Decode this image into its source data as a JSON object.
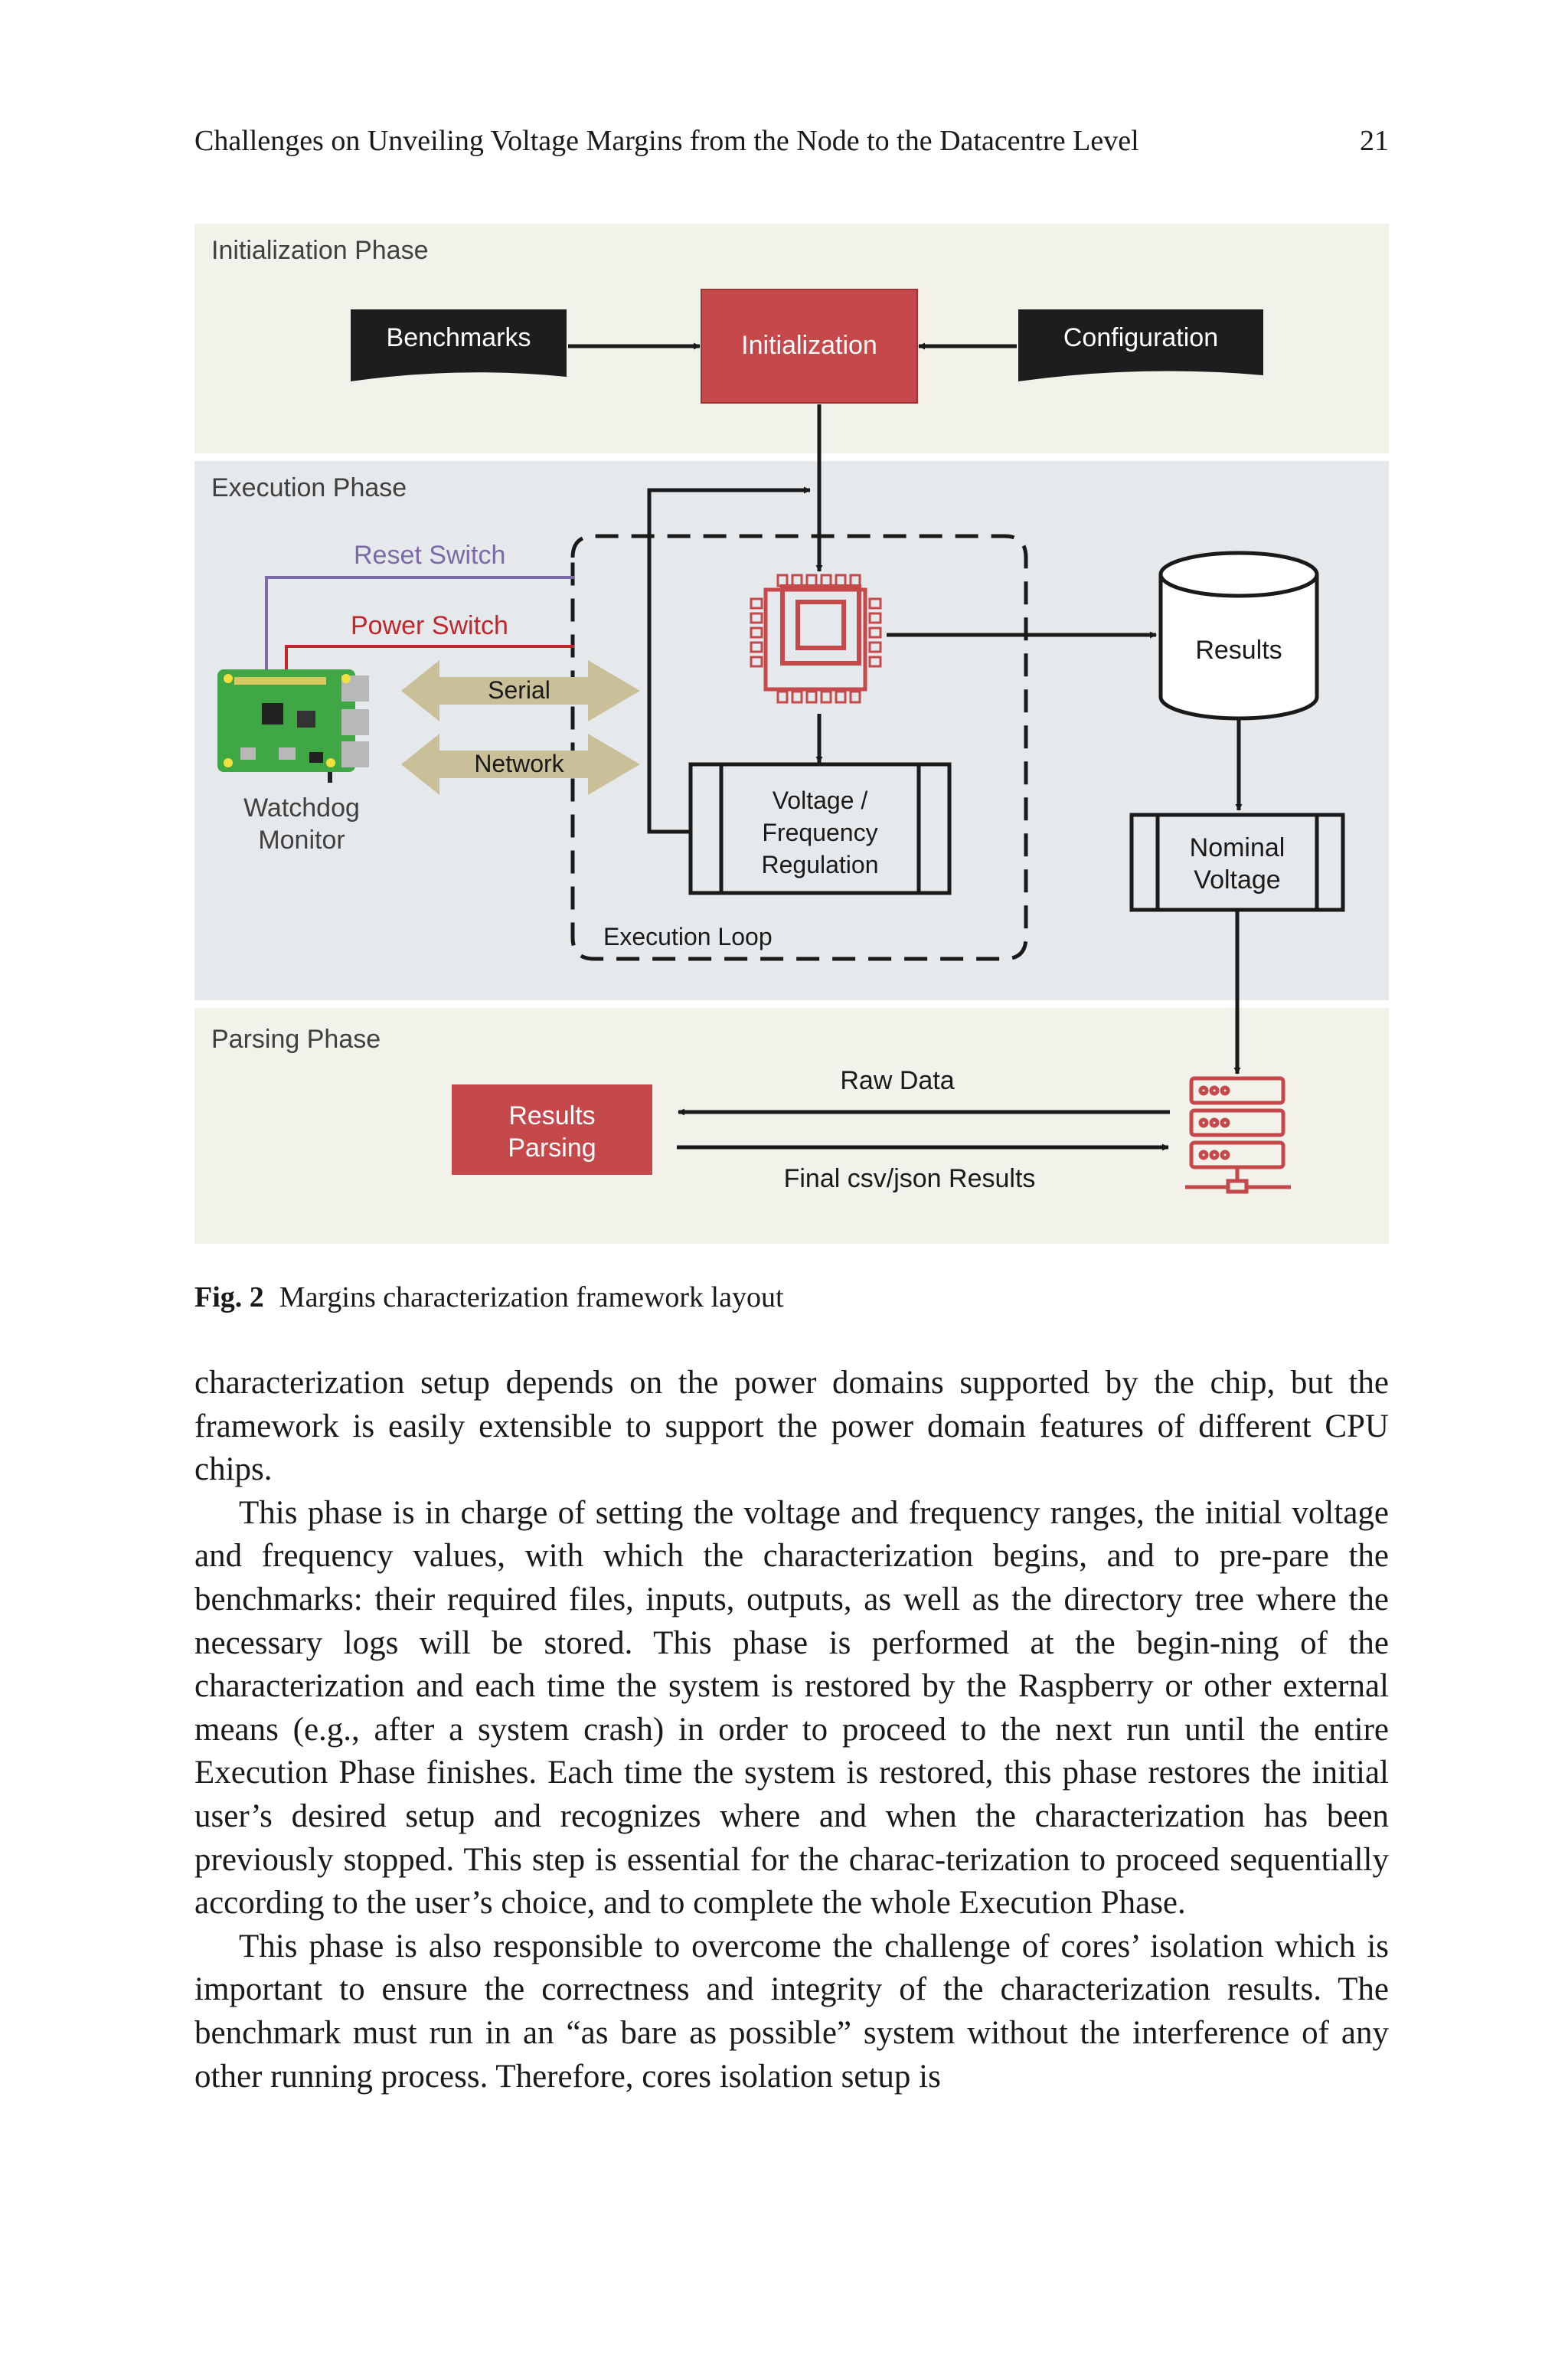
{
  "header": {
    "running_title": "Challenges on Unveiling Voltage Margins from the Node to the Datacentre Level",
    "page_number": "21"
  },
  "figure": {
    "phases": {
      "init": "Initialization  Phase",
      "exec": "Execution Phase",
      "parse": "Parsing Phase"
    },
    "nodes": {
      "benchmarks": "Benchmarks",
      "initialization": "Initialization",
      "configuration": "Configuration",
      "reset_switch": "Reset Switch",
      "power_switch": "Power Switch",
      "serial": "Serial",
      "network": "Network",
      "watchdog_line1": "Watchdog",
      "watchdog_line2": "Monitor",
      "vf_line1": "Voltage /",
      "vf_line2": "Frequency",
      "vf_line3": "Regulation",
      "execution_loop": "Execution Loop",
      "results": "Results",
      "nominal_line1": "Nominal",
      "nominal_line2": "Voltage",
      "results_parsing_line1": "Results",
      "results_parsing_line2": "Parsing",
      "raw_data": "Raw Data",
      "final_results": "Final csv/json Results"
    },
    "colors": {
      "init_band": "#f2f1ea",
      "exec_band": "#e6e9ec",
      "parse_band": "#f2f1ea",
      "red_box": "#c5494b",
      "reset_switch": "#7b6aa6",
      "power_switch": "#c0262b",
      "arrow_tan": "#c9c099",
      "board_green": "#3fa845"
    },
    "icons": [
      "cpu-chip-icon",
      "database-cylinder-icon",
      "server-rack-icon",
      "raspberry-pi-board-icon"
    ]
  },
  "caption": {
    "label": "Fig. 2",
    "text": "Margins characterization framework layout"
  },
  "body": {
    "paragraphs": [
      "characterization setup depends on the power domains supported by the chip, but the framework is easily extensible to support the power domain features of different CPU chips.",
      "This phase is in charge of setting the voltage and frequency ranges, the initial voltage and frequency values, with which the characterization begins, and to pre-pare the benchmarks: their required files, inputs, outputs, as well as the directory tree where the necessary logs will be stored. This phase is performed at the begin-ning of the characterization and each time the system is restored by the Raspberry or other external means (e.g., after a system crash) in order to proceed to the next run until the entire Execution Phase finishes. Each time the system is restored, this phase restores the initial user’s desired setup and recognizes where and when the characterization has been previously stopped. This step is essential for the charac-terization to proceed sequentially according to the user’s choice, and to complete the whole Execution Phase.",
      "This phase is also responsible to overcome the challenge of cores’ isolation which is important to ensure the correctness and integrity of the characterization results. The benchmark must run in an “as bare as possible” system without the interference of any other running process. Therefore, cores isolation setup is"
    ]
  }
}
